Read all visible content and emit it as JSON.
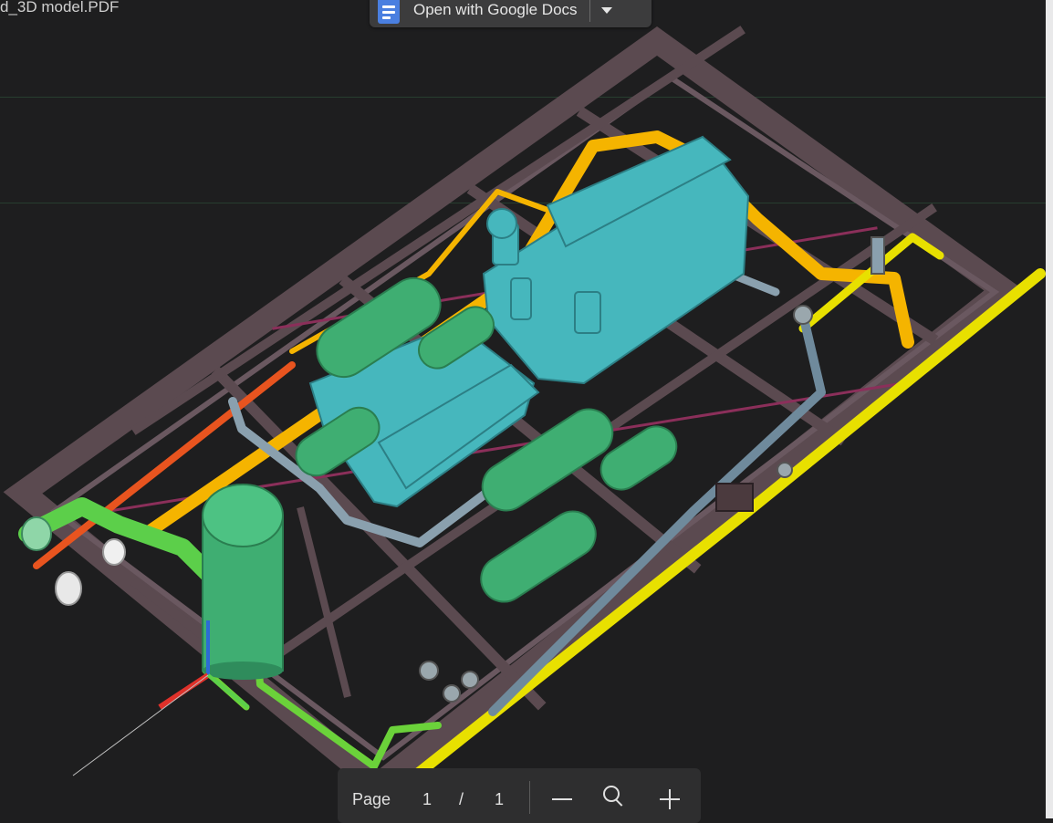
{
  "file": {
    "title": "d_3D model.PDF"
  },
  "open_button": {
    "label": "Open with Google Docs",
    "icon": "docs-icon",
    "dropdown_icon": "caret-down-icon"
  },
  "page_bar": {
    "label": "Page",
    "current": "1",
    "separator": "/",
    "total": "1",
    "zoom_out_icon": "minus-icon",
    "zoom_icon": "zoom-icon",
    "zoom_in_icon": "plus-icon"
  },
  "colors": {
    "background": "#1e1e1f",
    "frame": "#5b4a50",
    "pipe_yellow": "#f5b400",
    "pipe_bright_yellow": "#e8e000",
    "pipe_red": "#e8541f",
    "equipment_green": "#3fae72",
    "equipment_cyan": "#46b7bd",
    "pipe_grey": "#6f8a9c"
  }
}
